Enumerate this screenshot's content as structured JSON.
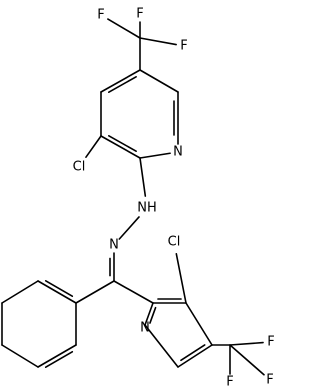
{
  "molecule": {
    "atoms": [
      {
        "id": "F1",
        "label": "F"
      },
      {
        "id": "F2",
        "label": "F"
      },
      {
        "id": "F3",
        "label": "F"
      },
      {
        "id": "Cl1",
        "label": "Cl"
      },
      {
        "id": "N1",
        "label": "N"
      },
      {
        "id": "NH",
        "label": "NH"
      },
      {
        "id": "N2",
        "label": "N"
      },
      {
        "id": "Cl2",
        "label": "Cl"
      },
      {
        "id": "N3",
        "label": "N"
      },
      {
        "id": "F4",
        "label": "F"
      },
      {
        "id": "F5",
        "label": "F"
      },
      {
        "id": "F6",
        "label": "F"
      }
    ]
  }
}
